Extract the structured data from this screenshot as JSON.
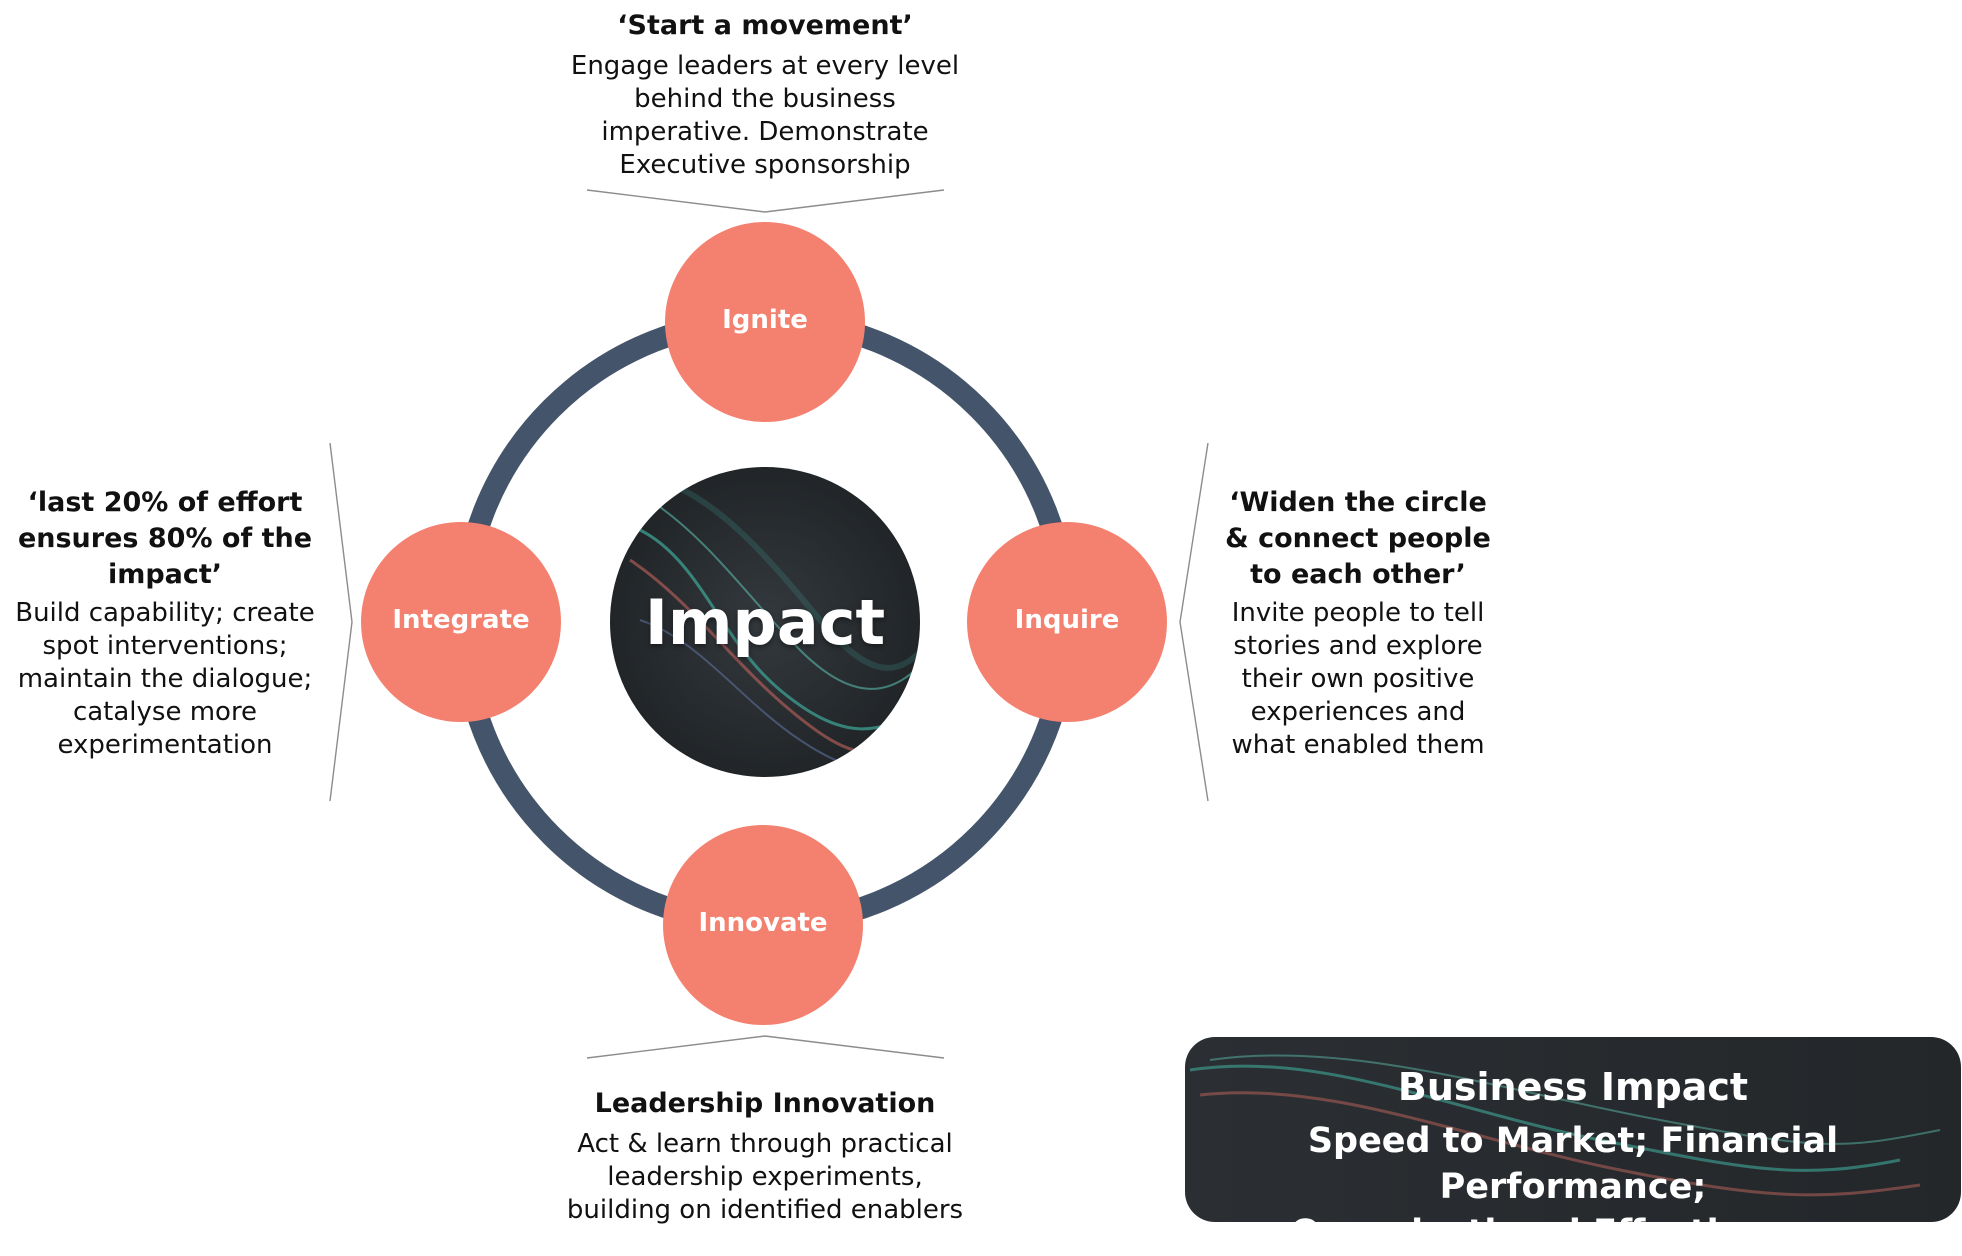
{
  "colors": {
    "ring": "#44546A",
    "node": "#F4816F",
    "dark": "#262A2E",
    "text": "#111111",
    "connector": "#8C8C8C"
  },
  "center": {
    "label": "Impact"
  },
  "nodes": {
    "top": "Ignite",
    "right": "Inquire",
    "bottom": "Innovate",
    "left": "Integrate"
  },
  "callouts": {
    "top": {
      "heading": [
        "‘Start a movement’"
      ],
      "body": [
        "Engage leaders at every level",
        "behind the business",
        "imperative. Demonstrate",
        "Executive sponsorship"
      ]
    },
    "right": {
      "heading": [
        "‘Widen the circle",
        "& connect people",
        "to each other’"
      ],
      "body": [
        "Invite people to tell",
        "stories and explore",
        "their own positive",
        "experiences and",
        "what enabled them"
      ]
    },
    "left": {
      "heading": [
        "‘last 20% of effort",
        "ensures 80% of the",
        "impact’"
      ],
      "body": [
        "Build capability; create",
        "spot interventions;",
        "maintain the dialogue;",
        "catalyse more",
        "experimentation"
      ]
    },
    "bottom": {
      "heading": [
        "Leadership Innovation"
      ],
      "body": [
        "Act & learn through practical",
        "leadership experiments,",
        "building on identified enablers"
      ]
    }
  },
  "impact_box": {
    "title": "Business Impact",
    "subtitle_lines": [
      "Speed to Market; Financial Performance;",
      "Organisational Effectiveness"
    ]
  }
}
